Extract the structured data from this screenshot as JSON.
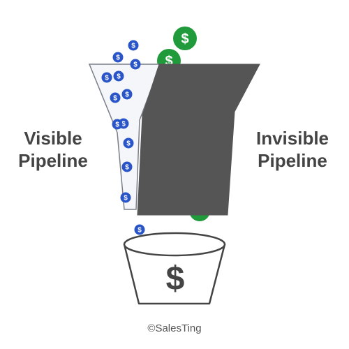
{
  "labels": {
    "visible_line1": "Visible",
    "visible_line2": "Pipeline",
    "invisible_line1": "Invisible",
    "invisible_line2": "Pipeline"
  },
  "copyright": "©SalesTing",
  "coin_symbol": "$",
  "bucket_symbol": "$",
  "colors": {
    "label_text": "#444444",
    "funnel_outline": "#7a7e88",
    "funnel_visible_fill": "#f4f6fa",
    "funnel_hidden_fill": "#555555",
    "blue_coin": "#2a55c8",
    "green_coin": "#219a3b",
    "bucket_outline": "#444444",
    "bucket_symbol": "#444444"
  },
  "icons": {
    "blue_coins": "dollar-coin-icon",
    "green_coins": "dollar-coin-icon",
    "bucket": "bucket-icon"
  }
}
